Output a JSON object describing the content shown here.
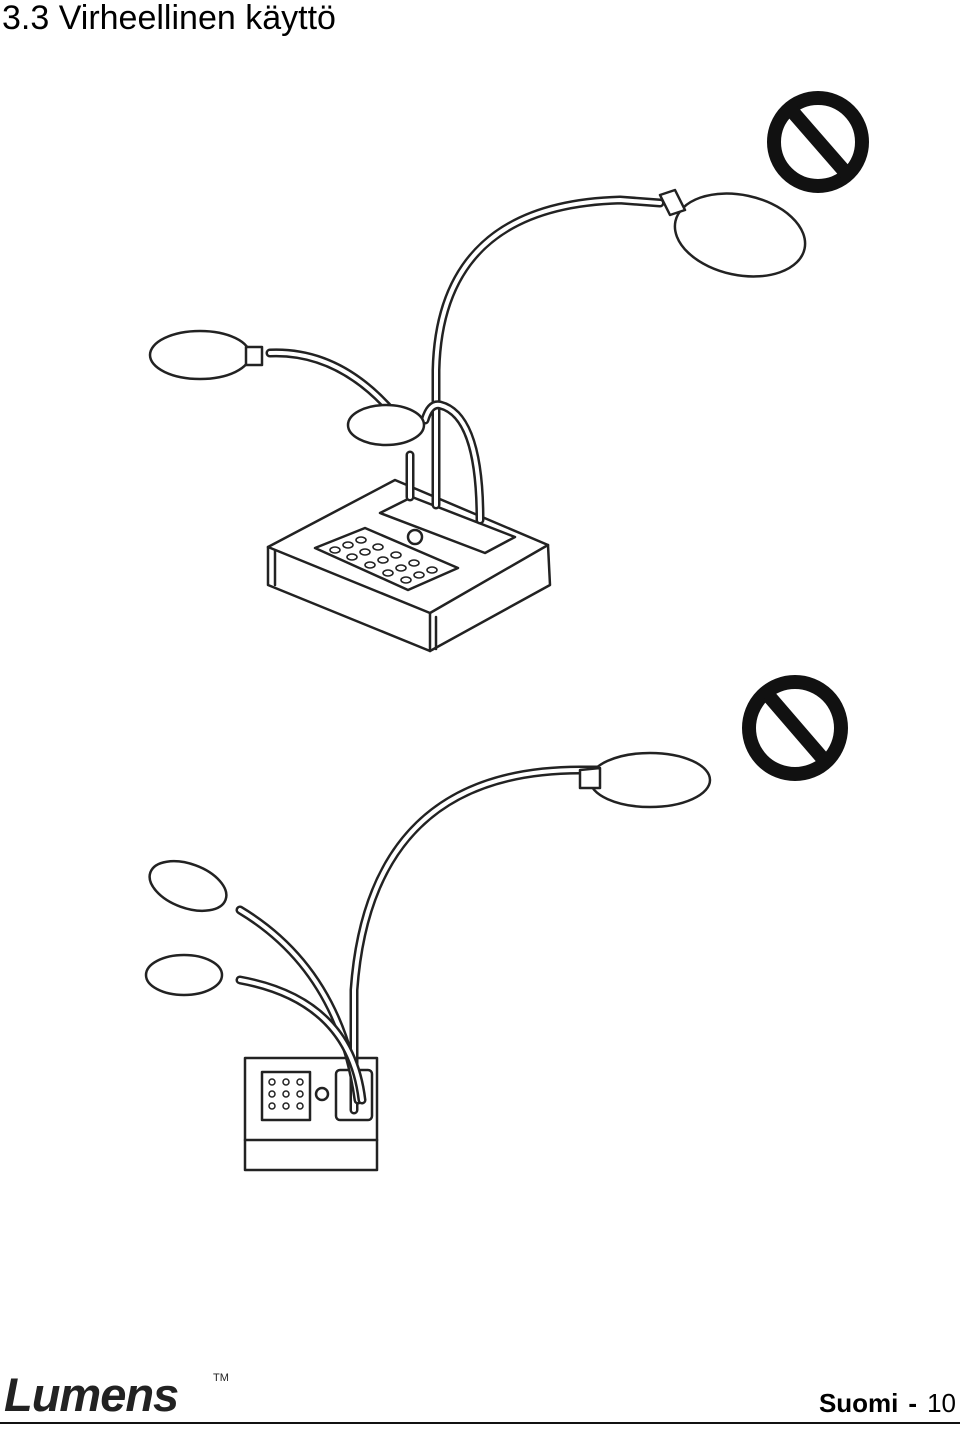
{
  "heading": "3.3 Virheellinen käyttö",
  "figures": [
    {
      "icon": "prohibited-icon",
      "device": "document-camera-three-arms"
    },
    {
      "icon": "prohibited-icon",
      "device": "document-camera-three-arms-front"
    }
  ],
  "footer": {
    "logo": "Lumens",
    "trademark": "TM",
    "language": "Suomi",
    "separator": "-",
    "page_number": "10"
  }
}
